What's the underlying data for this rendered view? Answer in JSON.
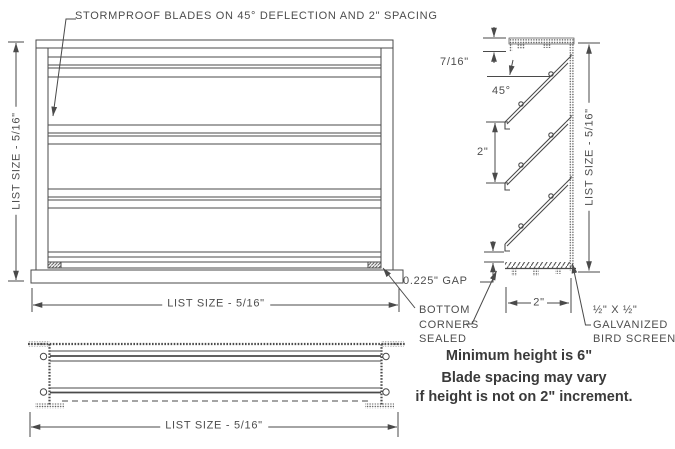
{
  "title_note": "STORMPROOF BLADES ON 45° DEFLECTION AND 2\" SPACING",
  "dimensions": {
    "front_height": "LIST SIZE - 5/16\"",
    "front_width": "LIST SIZE - 5/16\"",
    "section_height": "LIST SIZE - 5/16\"",
    "plan_width": "LIST SIZE - 5/16\"",
    "head_frame_depth": "7/16\"",
    "blade_deflection": "45°",
    "blade_spacing": "2\"",
    "bottom_gap": "0.225\" GAP",
    "blade_depth": "2\""
  },
  "callouts": {
    "bottom_corners": [
      "BOTTOM",
      "CORNERS",
      "SEALED"
    ],
    "bird_screen": [
      "½\" X ½\"",
      "GALVANIZED",
      "BIRD SCREEN"
    ]
  },
  "notes": {
    "minimum_height": "Minimum height is 6\"",
    "blade_spacing_line1": "Blade spacing may vary",
    "blade_spacing_line2": "if height is not on 2\" increment."
  },
  "colors": {
    "line": "#4a4a4a",
    "cad_text": "#4d4d4d",
    "note_text": "#3a3a3a",
    "background": "#ffffff"
  }
}
